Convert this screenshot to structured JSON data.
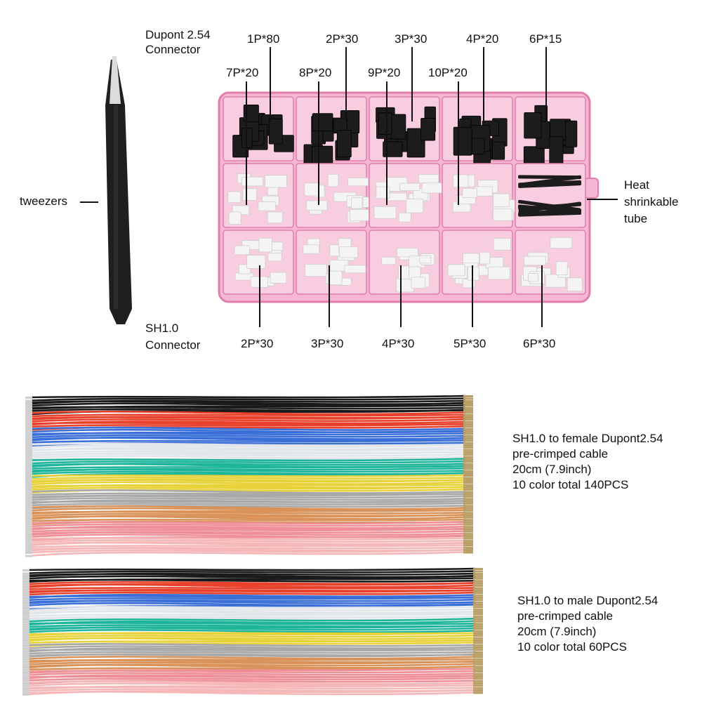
{
  "kit": {
    "dupont_label": [
      "Dupont 2.54",
      "Connector"
    ],
    "sh_label": [
      "SH1.0",
      "Connector"
    ],
    "tweezers_label": "tweezers",
    "heat_label": [
      "Heat",
      "shrinkable",
      "tube"
    ],
    "dupont_top": [
      "1P*80",
      "2P*30",
      "3P*30",
      "4P*20",
      "6P*15"
    ],
    "dupont_second": [
      "7P*20",
      "8P*20",
      "9P*20",
      "10P*20"
    ],
    "sh_bottom": [
      "2P*30",
      "3P*30",
      "4P*30",
      "5P*30",
      "6P*30"
    ]
  },
  "cables": {
    "female": [
      "SH1.0 to female Dupont2.54",
      "pre-crimped cable",
      "20cm (7.9inch)",
      "10 color total 140PCS"
    ],
    "male": [
      "SH1.0 to male Dupont2.54",
      "pre-crimped cable",
      "20cm (7.9inch)",
      "10 color total 60PCS"
    ],
    "wire_colors": [
      "#1a1a1a",
      "#e8412c",
      "#3a6fd8",
      "#e2e6ea",
      "#1fb59a",
      "#e8d23a",
      "#a9a9a9",
      "#d9935a",
      "#ef8f97",
      "#f5b7b8"
    ]
  },
  "colors": {
    "tray": "#f4b6d2",
    "tray_edge": "#e07fae",
    "black_part": "#1c1c1c",
    "white_part": "#f4f4f2"
  }
}
